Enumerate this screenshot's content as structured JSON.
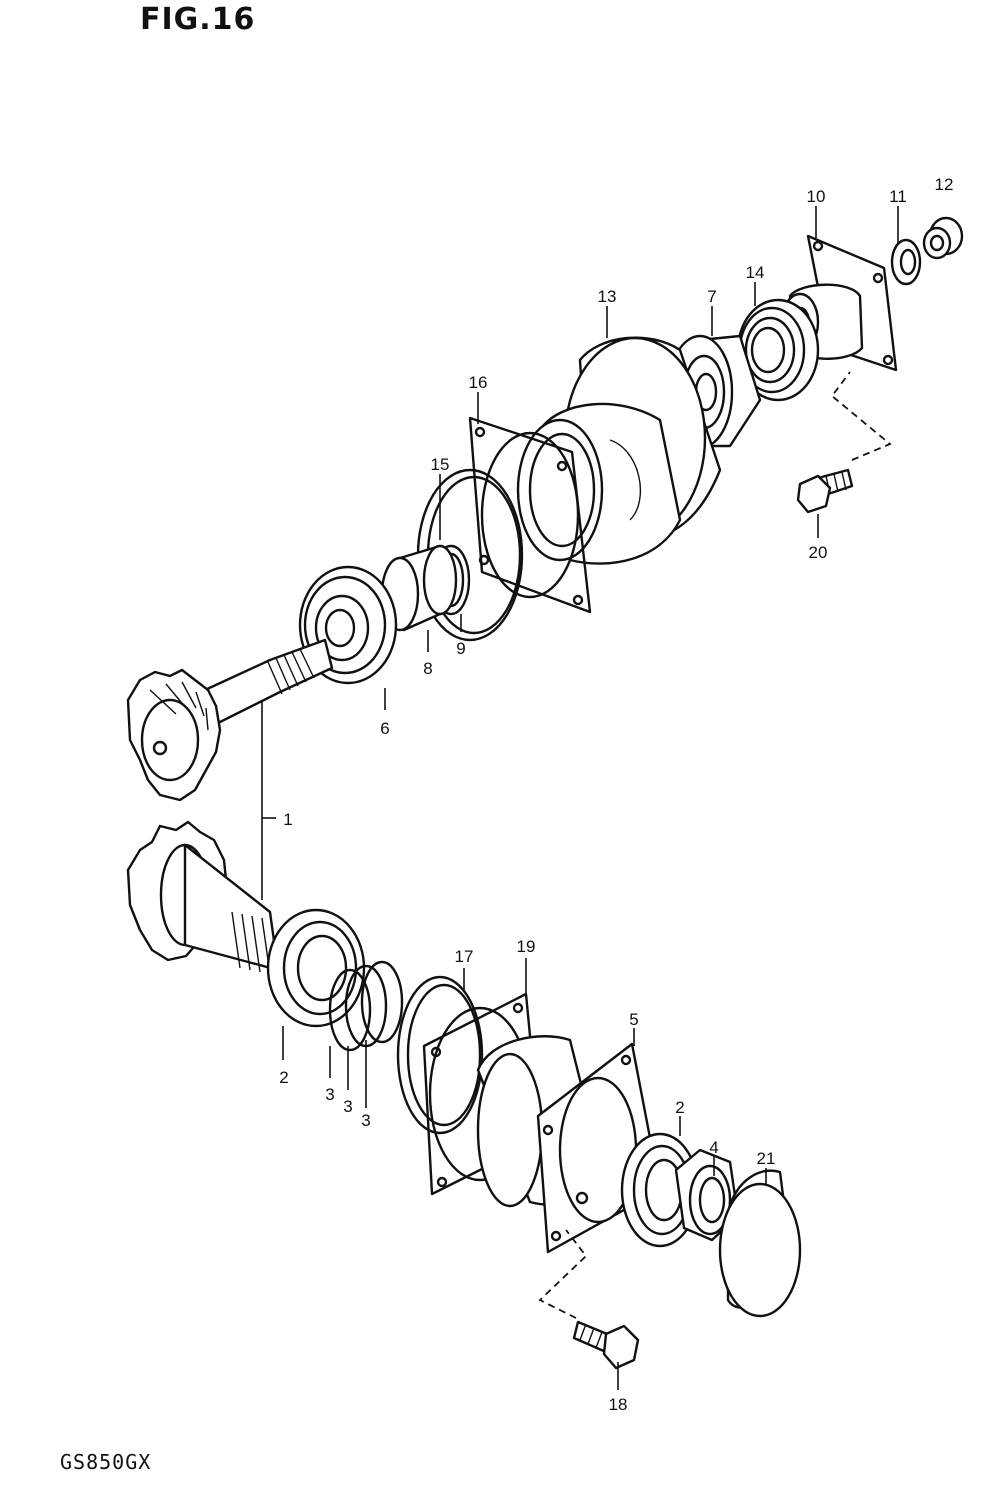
{
  "figure": {
    "title": "FIG.16",
    "model": "GS850GX"
  },
  "callouts": [
    {
      "id": "c1",
      "text": "1"
    },
    {
      "id": "c2a",
      "text": "2"
    },
    {
      "id": "c2b",
      "text": "2"
    },
    {
      "id": "c3a",
      "text": "3"
    },
    {
      "id": "c3b",
      "text": "3"
    },
    {
      "id": "c3c",
      "text": "3"
    },
    {
      "id": "c4",
      "text": "4"
    },
    {
      "id": "c5",
      "text": "5"
    },
    {
      "id": "c6",
      "text": "6"
    },
    {
      "id": "c7",
      "text": "7"
    },
    {
      "id": "c8",
      "text": "8"
    },
    {
      "id": "c9",
      "text": "9"
    },
    {
      "id": "c10",
      "text": "10"
    },
    {
      "id": "c11",
      "text": "11"
    },
    {
      "id": "c12",
      "text": "12"
    },
    {
      "id": "c13",
      "text": "13"
    },
    {
      "id": "c14",
      "text": "14"
    },
    {
      "id": "c15",
      "text": "15"
    },
    {
      "id": "c16",
      "text": "16"
    },
    {
      "id": "c17",
      "text": "17"
    },
    {
      "id": "c18",
      "text": "18"
    },
    {
      "id": "c19",
      "text": "19"
    },
    {
      "id": "c20",
      "text": "20"
    },
    {
      "id": "c21",
      "text": "21"
    }
  ]
}
